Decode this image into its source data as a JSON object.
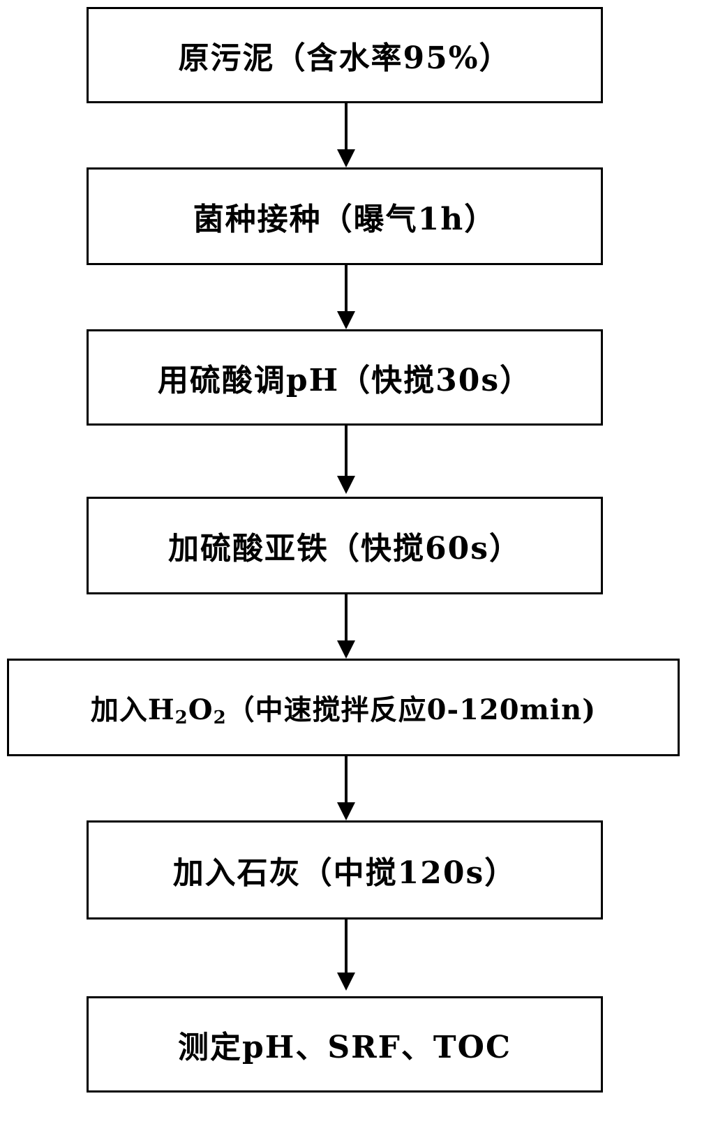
{
  "steps": [
    {
      "text": "原污泥（含水率95%）"
    },
    {
      "text": "菌种接种（曝气1h）"
    },
    {
      "text": "用硫酸调pH（快搅30s）"
    },
    {
      "text": "加硫酸亚铁（快搅60s）"
    },
    {
      "prefix": "加入H",
      "sub1": "2",
      "mid": "O",
      "sub2": "2",
      "suffix": "（中速搅拌反应0-120min)"
    },
    {
      "text": "加入石灰（中搅120s）"
    },
    {
      "text": "测定pH、SRF、TOC"
    }
  ]
}
